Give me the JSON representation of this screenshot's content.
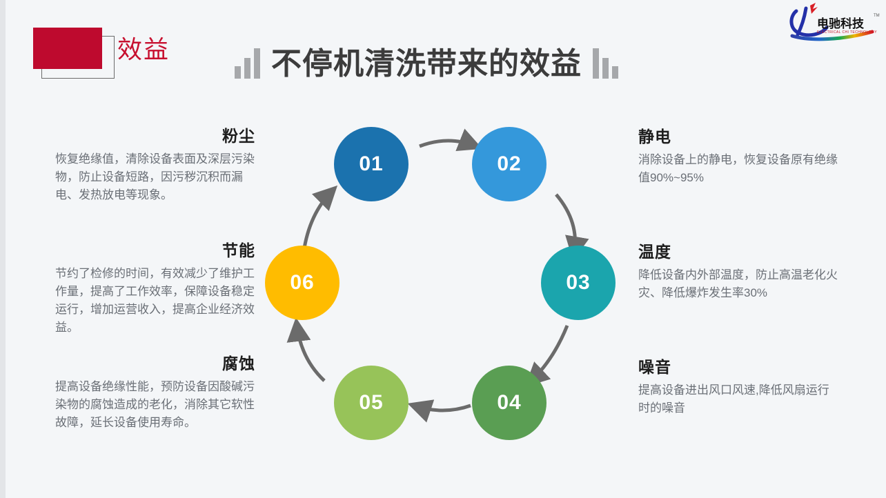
{
  "header": {
    "eyebrow_label": "效益",
    "title": "不停机清洗带来的效益",
    "decor_left": "bar-chart-ascending",
    "decor_right": "bar-chart-descending",
    "accent_red": "#be0a2e",
    "title_color": "#3c3c3c"
  },
  "logo": {
    "cn_name": "电驰科技",
    "en_name": "ELECTRICAL CHI TECHNOLOGY",
    "tm": "TM"
  },
  "diagram": {
    "type": "cycle",
    "nodes": [
      {
        "number": "01",
        "color": "#1b72ae"
      },
      {
        "number": "02",
        "color": "#3498db"
      },
      {
        "number": "03",
        "color": "#1ba5ad"
      },
      {
        "number": "04",
        "color": "#5a9e53"
      },
      {
        "number": "05",
        "color": "#97c359"
      },
      {
        "number": "06",
        "color": "#ffbc00"
      }
    ],
    "arrow_color": "#6b6b6b"
  },
  "blocks": {
    "left": [
      {
        "heading": "粉尘",
        "body": "恢复绝缘值，清除设备表面及深层污染物，防止设备短路，因污秽沉积而漏电、发热放电等现象。"
      },
      {
        "heading": "节能",
        "body": "节约了检修的时间，有效减少了维护工作量，提高了工作效率，保障设备稳定运行，增加运营收入，提高企业经济效益。"
      },
      {
        "heading": "腐蚀",
        "body": "提高设备绝缘性能，预防设备因酸碱污染物的腐蚀造成的老化，消除其它软性故障，延长设备使用寿命。"
      }
    ],
    "right": [
      {
        "heading": "静电",
        "body": "消除设备上的静电，恢复设备原有绝缘值90%~95%"
      },
      {
        "heading": "温度",
        "body": "降低设备内外部温度，防止高温老化火灾、降低爆炸发生率30%"
      },
      {
        "heading": "噪音",
        "body": "提高设备进出风口风速,降低风扇运行时的噪音"
      }
    ]
  }
}
